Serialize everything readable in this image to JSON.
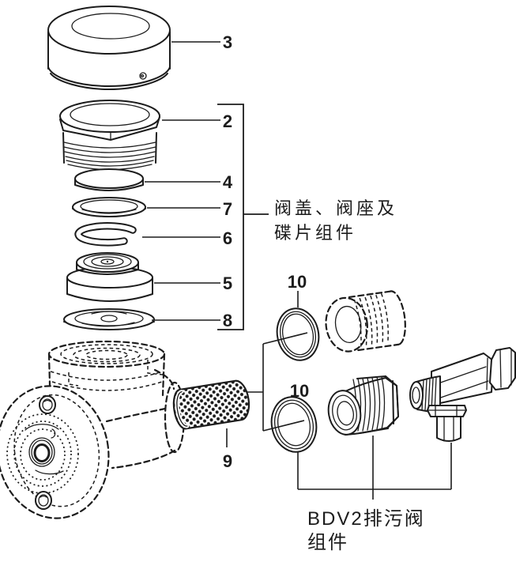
{
  "figure": {
    "background": "#ffffff",
    "ink": "#1c1c1c",
    "callouts": {
      "c2": "2",
      "c3": "3",
      "c4": "4",
      "c5": "5",
      "c6": "6",
      "c7": "7",
      "c8": "8",
      "c9": "9",
      "c10_upper": "10",
      "c10_lower": "10"
    },
    "captions": {
      "bonnet_group_line1": "阀盖、阀座及",
      "bonnet_group_line2": "碟片组件",
      "bdv2_group_line1": "BDV2排污阀",
      "bdv2_group_line2": "组件"
    }
  }
}
